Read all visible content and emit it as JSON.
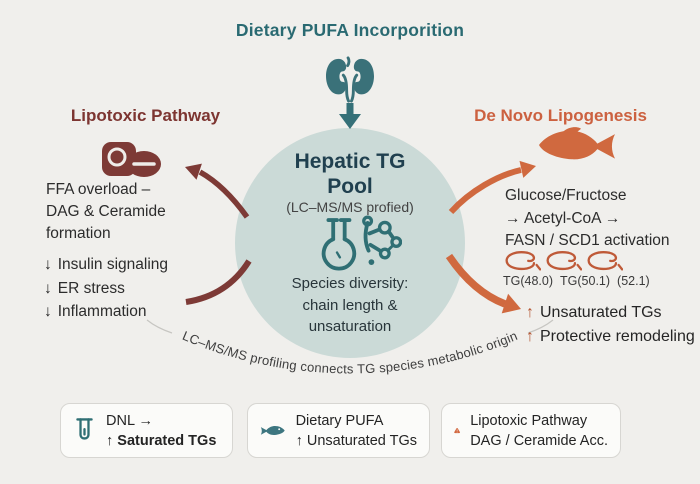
{
  "colors": {
    "teal": "#2f6d74",
    "maroon": "#7d3a36",
    "orange": "#cc6140",
    "rust": "#b45430",
    "circle_fill": "#cbdad7",
    "background": "#f0efec"
  },
  "header": {
    "title": "Dietary PUFA Incorporition"
  },
  "center": {
    "title_line1": "Hepatic TG",
    "title_line2": "Pool",
    "subtitle": "(LC–MS/MS profied)",
    "body_line1": "Species diversity:",
    "body_line2": "chain length &",
    "body_line3": "unsaturation"
  },
  "left": {
    "heading": "Lipotoxic Pathway",
    "desc": [
      "FFA overload –",
      "DAG & Ceramide",
      "formation"
    ],
    "effects": [
      {
        "glyph": "↓",
        "label": "Insulin signaling"
      },
      {
        "glyph": "↓",
        "label": "ER stress"
      },
      {
        "glyph": "↓",
        "label": "Inflammation"
      }
    ]
  },
  "right": {
    "heading": "De Novo Lipogenesis",
    "desc": [
      "Glucose/Fructose",
      "→ Acetyl-CoA →",
      "FASN / SCD1 activation"
    ],
    "tg_species": [
      "TG(48.0)",
      "TG(50.1)",
      "(52.1)"
    ],
    "effects": [
      {
        "glyph": "↑",
        "label": "Unsaturated TGs"
      },
      {
        "glyph": "↑",
        "label": "Protective remodeling"
      }
    ]
  },
  "caption": {
    "text": "LC–MS/MS profiling connects TG species metabolic origin"
  },
  "legend": {
    "items": [
      {
        "icon": "test-tube-icon",
        "line1": "DNL →",
        "line2": "↑ Saturated TGs"
      },
      {
        "icon": "fish-icon",
        "line1": "Dietary PUFA",
        "line2": "↑ Unsaturated TGs"
      },
      {
        "icon": "warning-icon",
        "line1": "Lipotoxic Pathway",
        "line2": "DAG / Ceramide Acc."
      }
    ]
  }
}
